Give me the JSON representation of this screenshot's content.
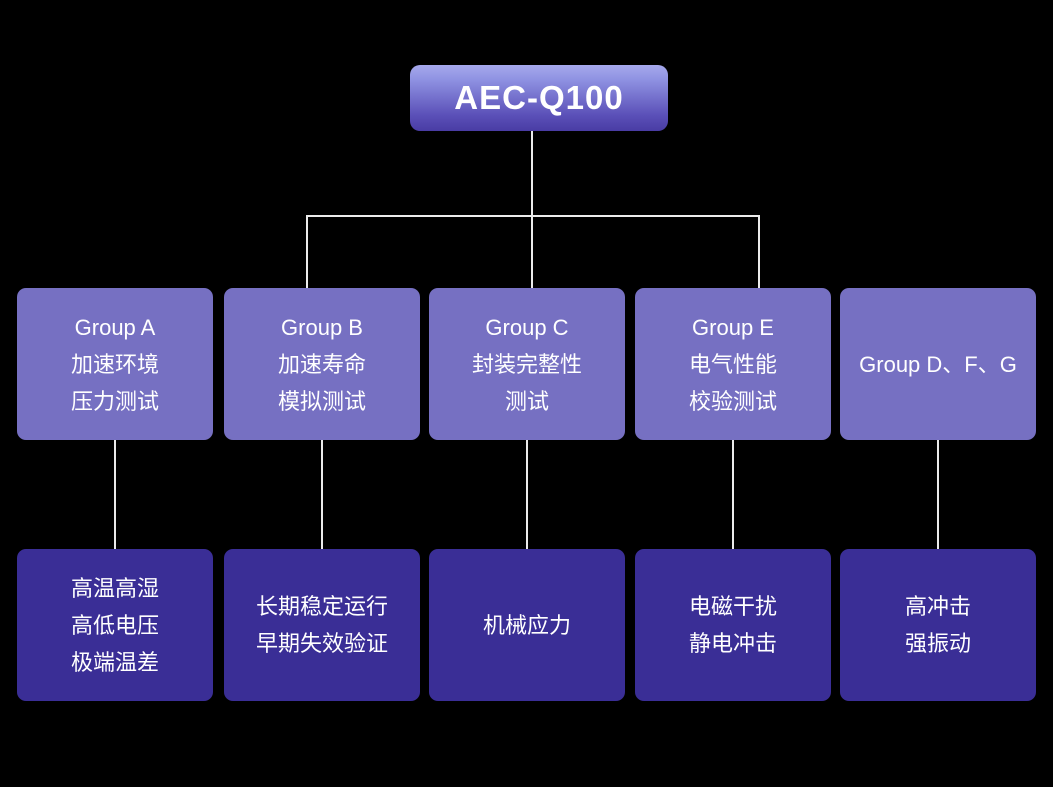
{
  "root": {
    "label": "AEC-Q100"
  },
  "colors": {
    "background": "#000000",
    "root_gradient_top": "#a6a9ec",
    "root_gradient_bottom": "#493ca4",
    "group_box": "#7670c2",
    "detail_box": "#3a2e96",
    "connector": "#ebebeb",
    "text": "#ffffff"
  },
  "groups": [
    {
      "title_lines": [
        "Group A",
        "加速环境",
        "压力测试"
      ],
      "detail_lines": [
        "高温高湿",
        "高低电压",
        "极端温差"
      ]
    },
    {
      "title_lines": [
        "Group B",
        "加速寿命",
        "模拟测试"
      ],
      "detail_lines": [
        "长期稳定运行",
        "早期失效验证"
      ]
    },
    {
      "title_lines": [
        "Group C",
        "封装完整性",
        "测试"
      ],
      "detail_lines": [
        "机械应力"
      ]
    },
    {
      "title_lines": [
        "Group E",
        "电气性能",
        "校验测试"
      ],
      "detail_lines": [
        "电磁干扰",
        "静电冲击"
      ]
    },
    {
      "title_lines": [
        "Group D、F、G"
      ],
      "detail_lines": [
        "高冲击",
        "强振动"
      ]
    }
  ]
}
